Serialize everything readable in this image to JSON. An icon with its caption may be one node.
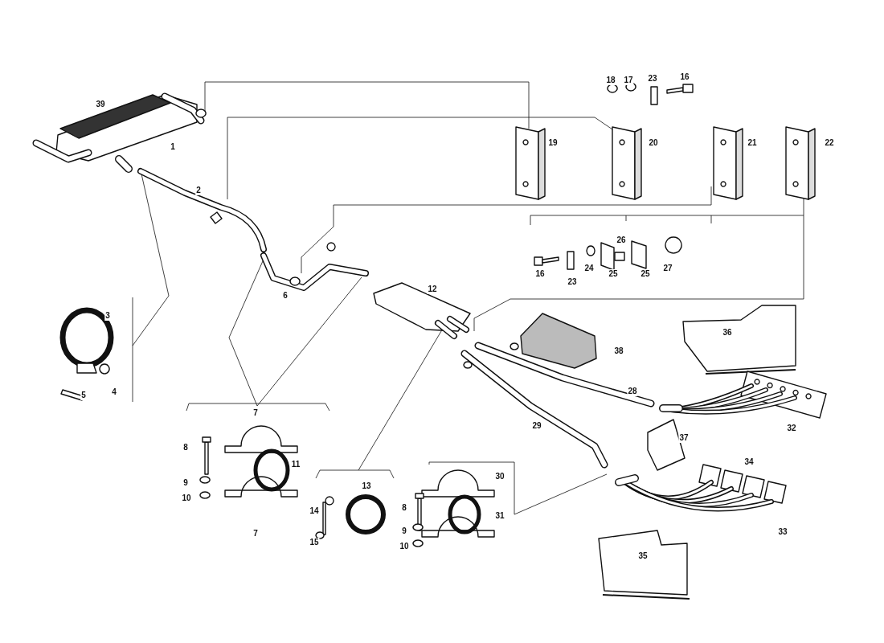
{
  "diagram": {
    "labels": [
      "39",
      "18",
      "17",
      "23",
      "16",
      "1",
      "19",
      "20",
      "21",
      "22",
      "2",
      "26",
      "16",
      "24",
      "23",
      "25",
      "25",
      "27",
      "12",
      "6",
      "3",
      "36",
      "38",
      "4",
      "5",
      "28",
      "7",
      "29",
      "32",
      "37",
      "8",
      "11",
      "34",
      "9",
      "13",
      "30",
      "10",
      "7",
      "14",
      "8",
      "31",
      "9",
      "10",
      "15",
      "33",
      "35"
    ]
  }
}
